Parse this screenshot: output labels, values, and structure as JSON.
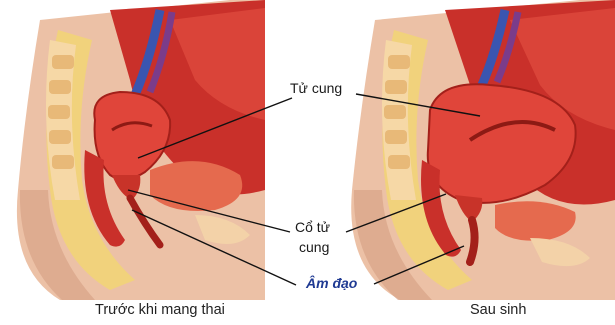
{
  "labels": {
    "uterus": "Tử cung",
    "cervix_line1": "Cổ tử",
    "cervix_line2": "cung",
    "vagina": "Âm đạo"
  },
  "captions": {
    "before": "Trước khi mang thai",
    "after": "Sau sinh"
  },
  "colors": {
    "skin": "#ecc1a6",
    "muscle_red": "#d8352c",
    "uterus_red": "#e0453a",
    "fat_yellow": "#f1d27c",
    "spine": "#f6d8a6",
    "vessel_blue": "#3a55b0",
    "vessel_purple": "#7b3c8a",
    "leader_line": "#111111",
    "vagina_label": "#1f3a93"
  }
}
